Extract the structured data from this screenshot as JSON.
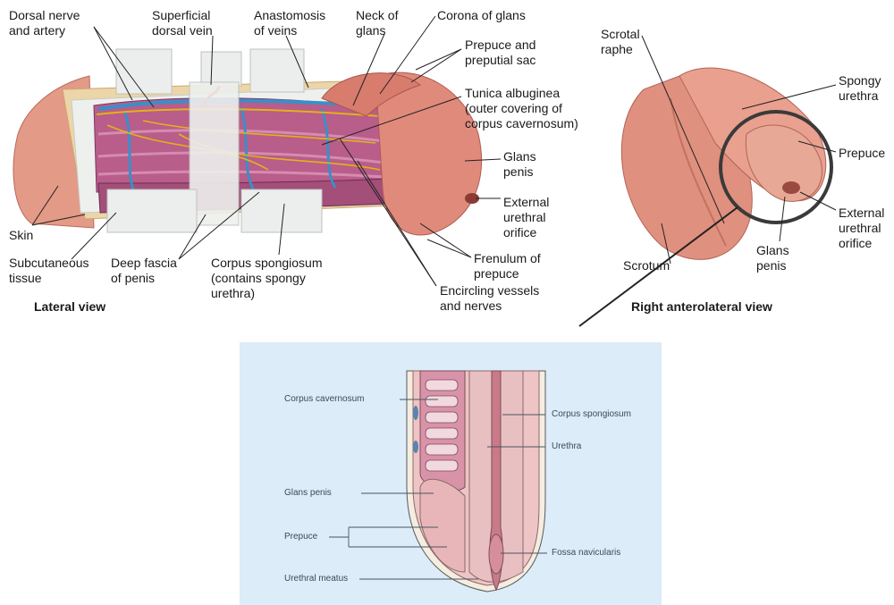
{
  "lateral": {
    "caption": "Lateral view",
    "labels": {
      "dorsal_nerve": "Dorsal nerve\nand artery",
      "superficial_vein": "Superficial\ndorsal vein",
      "anastomosis": "Anastomosis\nof veins",
      "neck": "Neck of\nglans",
      "corona": "Corona of glans",
      "prepuce_sac": "Prepuce and\npreputial sac",
      "tunica": "Tunica albuginea\n(outer covering of\ncorpus cavernosum)",
      "glans": "Glans\npenis",
      "ext_orifice": "External\nurethral\norifice",
      "frenulum": "Frenulum of\nprepuce",
      "encircling": "Encircling vessels\nand nerves",
      "skin": "Skin",
      "subcutaneous": "Subcutaneous\ntissue",
      "deep_fascia": "Deep fascia\nof penis",
      "corpus_spongiosum": "Corpus spongiosum\n(contains spongy\nurethra)"
    }
  },
  "anterolateral": {
    "caption": "Right anterolateral view",
    "labels": {
      "scrotal_raphe": "Scrotal\nraphe",
      "spongy_urethra": "Spongy\nurethra",
      "prepuce": "Prepuce",
      "ext_orifice": "External\nurethral\norifice",
      "glans": "Glans\npenis",
      "scrotum": "Scrotum"
    }
  },
  "section": {
    "background": "#dcecf8",
    "labels": {
      "corpus_cavernosum": "Corpus cavernosum",
      "corpus_spongiosum": "Corpus spongiosum",
      "urethra": "Urethra",
      "glans_penis": "Glans penis",
      "prepuce": "Prepuce",
      "fossa_navicularis": "Fossa navicularis",
      "urethral_meatus": "Urethral meatus"
    }
  },
  "colors": {
    "skin": "#e0907e",
    "glans": "#e08a7c",
    "cavernosum": "#b45a86",
    "fascia": "#e8ece8",
    "vein": "#3a8fc8",
    "nerve": "#e2b21a",
    "artery": "#c8302a"
  }
}
